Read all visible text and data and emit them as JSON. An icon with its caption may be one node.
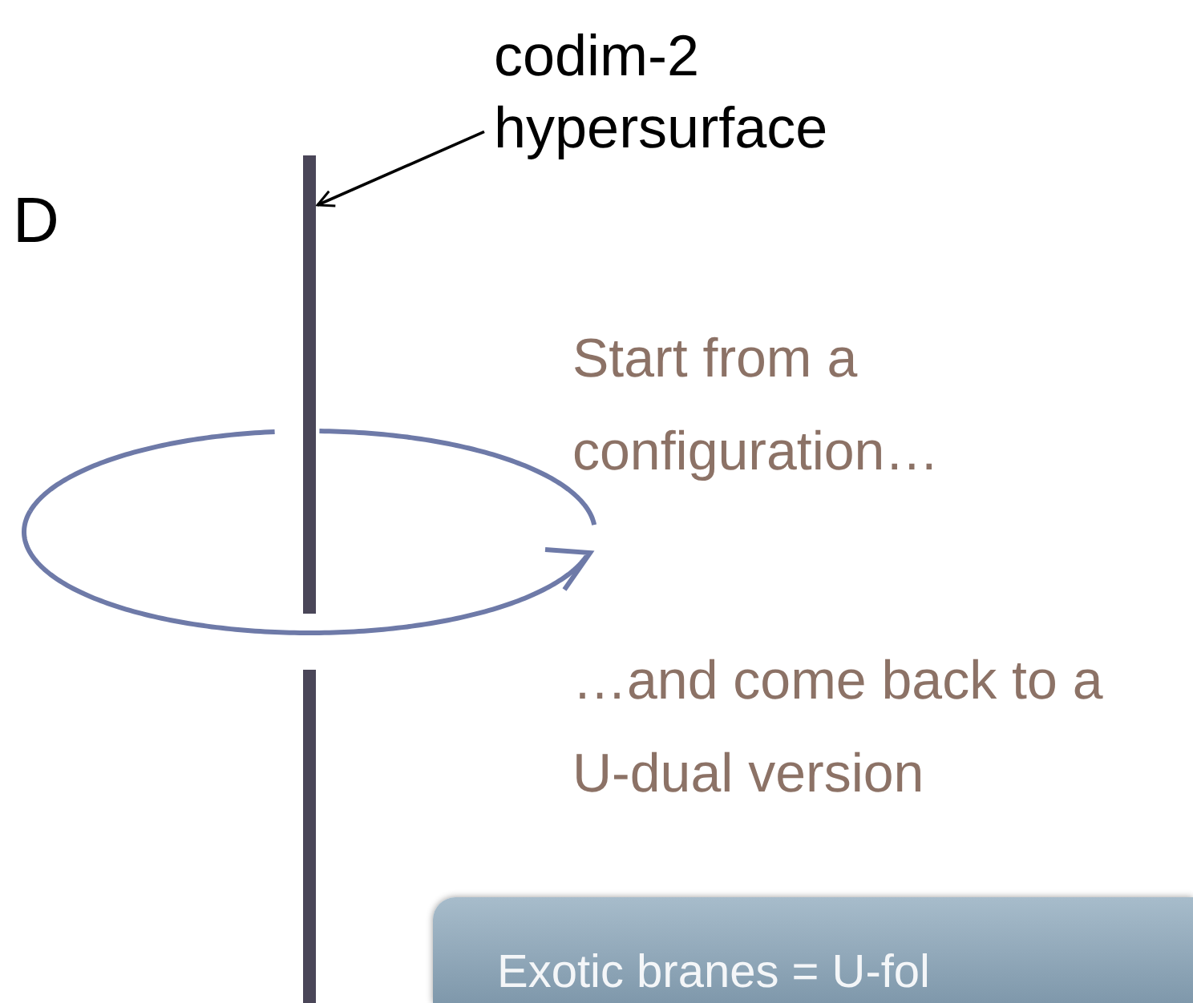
{
  "diagram": {
    "nodes": [
      {
        "text": [
          "codim-2 hypersurface"
        ]
      },
      {
        "text": [],
        "shape": "bar"
      },
      {
        "text": [
          "Exotic branes = U-fol"
        ]
      }
    ],
    "edges": [
      {
        "from": 0,
        "to": 1,
        "arrow": "to"
      }
    ],
    "labels": [
      "D",
      "Start from a configuration…",
      "…and come back to a U-dual version"
    ]
  }
}
